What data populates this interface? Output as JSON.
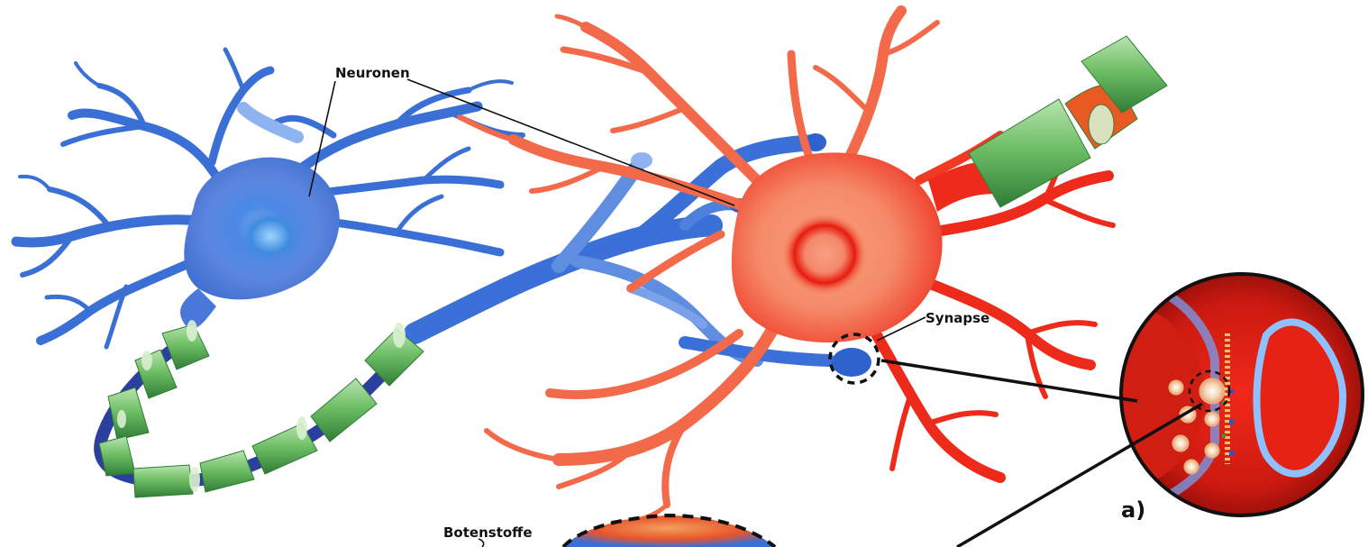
{
  "labels": {
    "neuronen": "Neuronen",
    "synapse": "Synapse",
    "botenstoffe": "Botenstoffe",
    "panel_a": "a)"
  },
  "colors": {
    "blue_neuron": "#3a6fd6",
    "red_neuron": "#ee2a1a",
    "myelin_green": "#5fae5a",
    "leader_line": "#111111"
  }
}
